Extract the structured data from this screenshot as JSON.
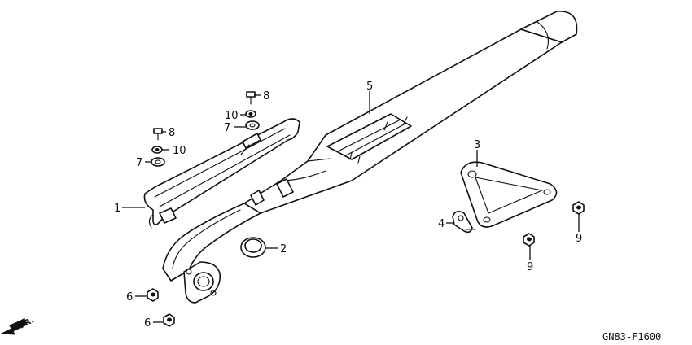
{
  "diagram": {
    "callouts": {
      "c1": "1",
      "c2": "2",
      "c3": "3",
      "c4": "4",
      "c5": "5",
      "c6a": "6",
      "c6b": "6",
      "c7a": "7",
      "c7b": "7",
      "c8a": "8",
      "c8b": "8",
      "c9a": "9",
      "c9b": "9",
      "c10a": "10",
      "c10b": "10"
    },
    "direction_label": "FR.",
    "figure_code": "GN83-F1600"
  }
}
